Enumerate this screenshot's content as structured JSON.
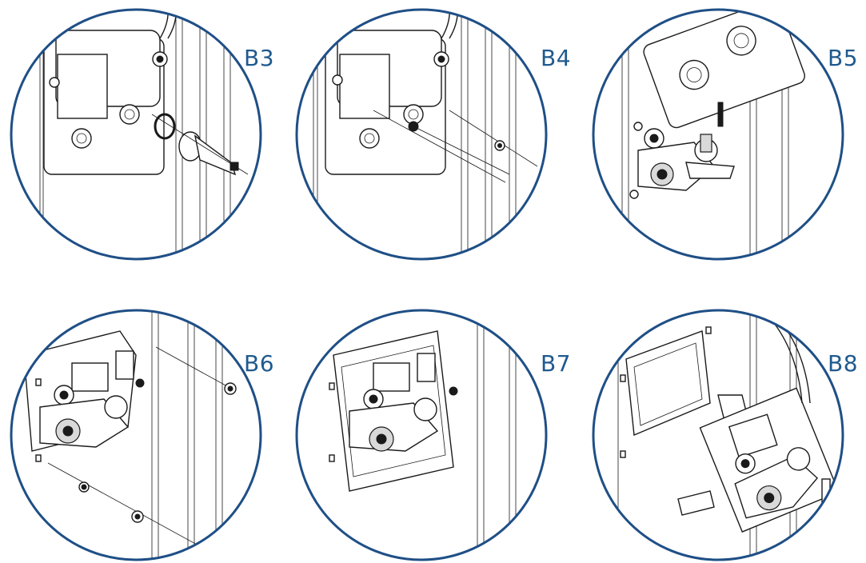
{
  "steps": [
    {
      "label": "B3",
      "description": ""
    },
    {
      "label": "B4",
      "description": ""
    },
    {
      "label": "B5",
      "description": ""
    },
    {
      "label": "B6",
      "description": ""
    },
    {
      "label": "B7",
      "description": ""
    },
    {
      "label": "B8",
      "description": ""
    }
  ],
  "colors": {
    "ring": "#1f4f86",
    "label": "#1f5a8f",
    "ink": "#1a1a1a"
  }
}
